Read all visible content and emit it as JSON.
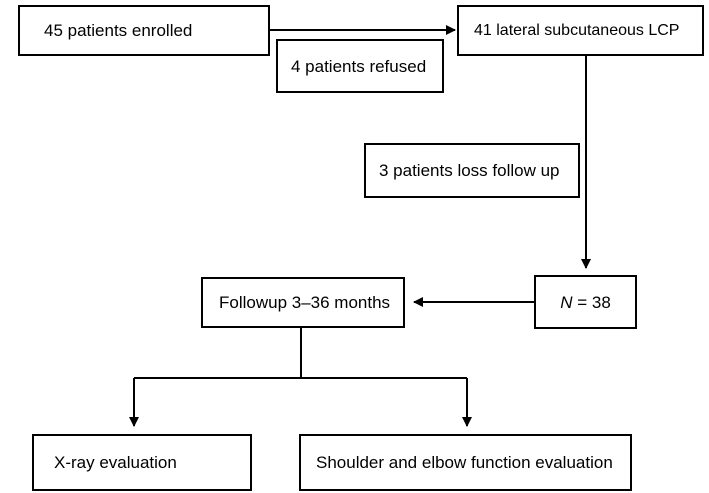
{
  "boxes": {
    "enrolled": "45 patients enrolled",
    "refused": "4 patients refused",
    "lcp": "41 lateral subcutaneous  LCP",
    "loss": "3 patients loss follow up",
    "n_var": "N",
    "n_value": " = 38",
    "followup": "Followup 3–36 months",
    "xray": "X-ray evaluation",
    "function_eval": "Shoulder and elbow function evaluation"
  },
  "colors": {
    "stroke": "#000000",
    "fill": "#ffffff"
  }
}
